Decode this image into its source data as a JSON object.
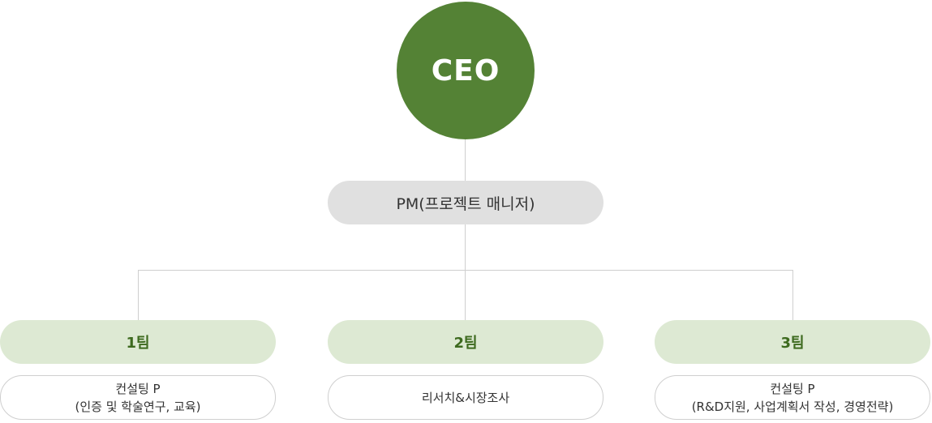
{
  "ceo": {
    "label": "CEO"
  },
  "pm": {
    "label": "PM(프로젝트 매니저)"
  },
  "teams": [
    {
      "name": "1팀",
      "desc_line1": "컨설팅 P",
      "desc_line2": "(인증 및 학술연구, 교육)"
    },
    {
      "name": "2팀",
      "desc_line1": "리서치&시장조사",
      "desc_line2": ""
    },
    {
      "name": "3팀",
      "desc_line1": "컨설팅 P",
      "desc_line2": "(R&D지원, 사업계획서 작성, 경영전략)"
    }
  ],
  "colors": {
    "ceo_fill": "#548235",
    "pm_fill": "#e0e0e0",
    "team_fill": "#dde9d3",
    "team_text": "#3d6a1e",
    "connector": "#cfcfcf"
  }
}
